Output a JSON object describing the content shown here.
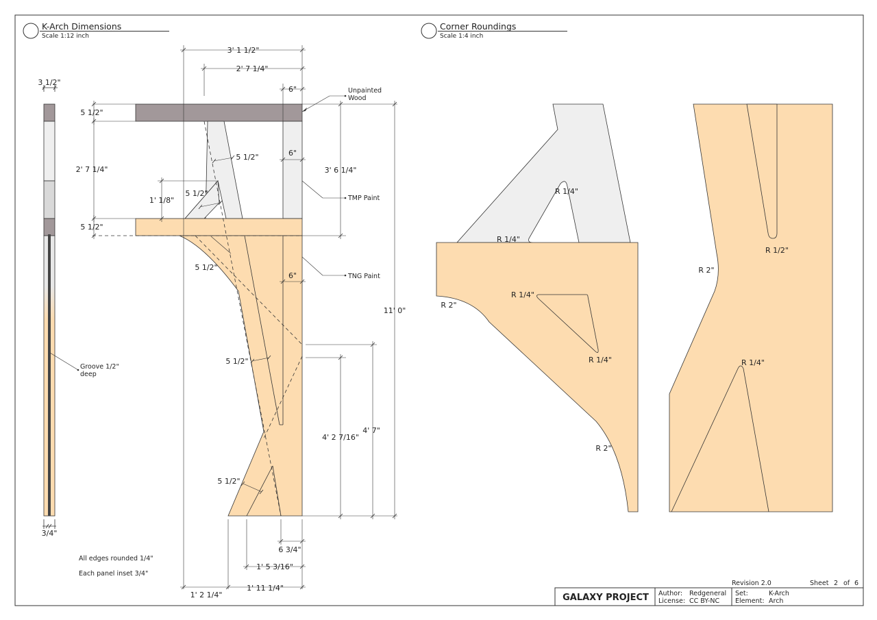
{
  "colors": {
    "wood": "#a2989a",
    "tmp_paint": "#efefef",
    "tng_paint": "#fddcb0",
    "line": "#333333"
  },
  "left_view": {
    "title": "K-Arch Dimensions",
    "scale": "Scale 1:12 inch"
  },
  "right_view": {
    "title": "Corner Roundings",
    "scale": "Scale 1:4 inch"
  },
  "side_view": {
    "top_dim": "3 1/2\"",
    "bottom_dim": "3/4\"",
    "groove_label": "Groove 1/2\"",
    "groove_label_2": "deep"
  },
  "dimensions": {
    "width_total": "3' 1 1/2\"",
    "width_upper": "2' 7 1/4\"",
    "top_post": "6\"",
    "top_beam_height": "5 1/2\"",
    "upper_gap": "2' 7 1/4\"",
    "mid_beam_height": "5 1/2\"",
    "brace_width_upper": "5 1/2\"",
    "post_width": "6\"",
    "offset": "1' 1/8\"",
    "brace_small": "5 1/2\"",
    "brace_mid": "5 1/2\"",
    "lower_post": "6\"",
    "upper_height": "3' 6 1/4\"",
    "total_height": "11' 0\"",
    "brace_lower": "5 1/2\"",
    "brace_bottom": "5 1/2\"",
    "lower_height_a": "4' 2 7/16\"",
    "lower_height_b": "4' 7\"",
    "bottom_a": "6 3/4\"",
    "bottom_b": "1' 5 3/16\"",
    "bottom_c": "1' 11 1/4\"",
    "bottom_d": "1' 2 1/4\""
  },
  "callouts": {
    "unpainted": "Unpainted",
    "unpainted_2": "Wood",
    "tmp_paint": "TMP Paint",
    "tng_paint": "TNG Paint"
  },
  "notes": [
    "All edges rounded 1/4\"",
    "Each panel inset 3/4\""
  ],
  "radii": {
    "left_top": "R 1/4\"",
    "left_small": "R 1/4\"",
    "left_tri_top": "R 1/4\"",
    "left_tri_bottom": "R 1/4\"",
    "left_arc_top": "R 2\"",
    "left_arc_bottom": "R 2\"",
    "right_top": "R 1/2\"",
    "right_arc": "R 2\"",
    "right_tri": "R 1/4\""
  },
  "title_block": {
    "revision": "Revision  2.0",
    "sheet_label": "Sheet",
    "sheet_num": "2",
    "of_label": "of",
    "sheet_total": "6",
    "project": "GALAXY PROJECT",
    "author_label": "Author:",
    "author": "Redgeneral",
    "license_label": "License:",
    "license": "CC BY-NC",
    "set_label": "Set:",
    "set": "K-Arch",
    "element_label": "Element:",
    "element": "Arch"
  }
}
